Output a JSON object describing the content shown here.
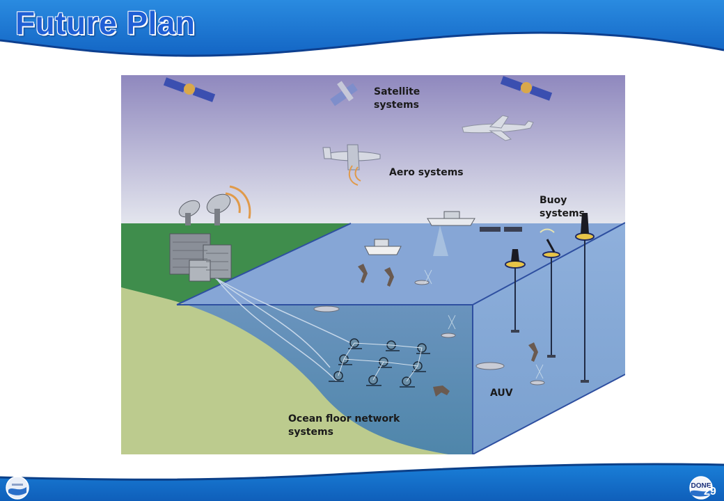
{
  "slide": {
    "title": "Future Plan",
    "page_number": "29"
  },
  "diagram": {
    "labels": {
      "satellite": "Satellite\nsystems",
      "aero": "Aero systems",
      "buoy": "Buoy\nsystems",
      "auv": "AUV",
      "ocean_floor": "Ocean floor network\nsystems"
    }
  },
  "logos": {
    "right_text": "DONE"
  },
  "colors": {
    "title": "#1f5fd6",
    "band": "#1a7fd8",
    "sky_top": "#8d86bd",
    "sky_bottom": "#e2e4ec",
    "land": "#3b8c4a",
    "sea_surface": "#7e9ed4",
    "seabed": "#b8c98a",
    "water": "#5a8fb5"
  }
}
